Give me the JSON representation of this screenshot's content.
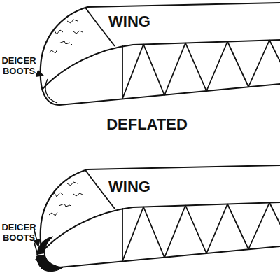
{
  "diagram": {
    "nodes": [
      {
        "text": [
          "WING"
        ]
      },
      {
        "text": [
          "WING"
        ]
      }
    ],
    "labels": [
      "DEICER BOOTS",
      "DEFLATED",
      "DEICER BOOTS"
    ]
  }
}
